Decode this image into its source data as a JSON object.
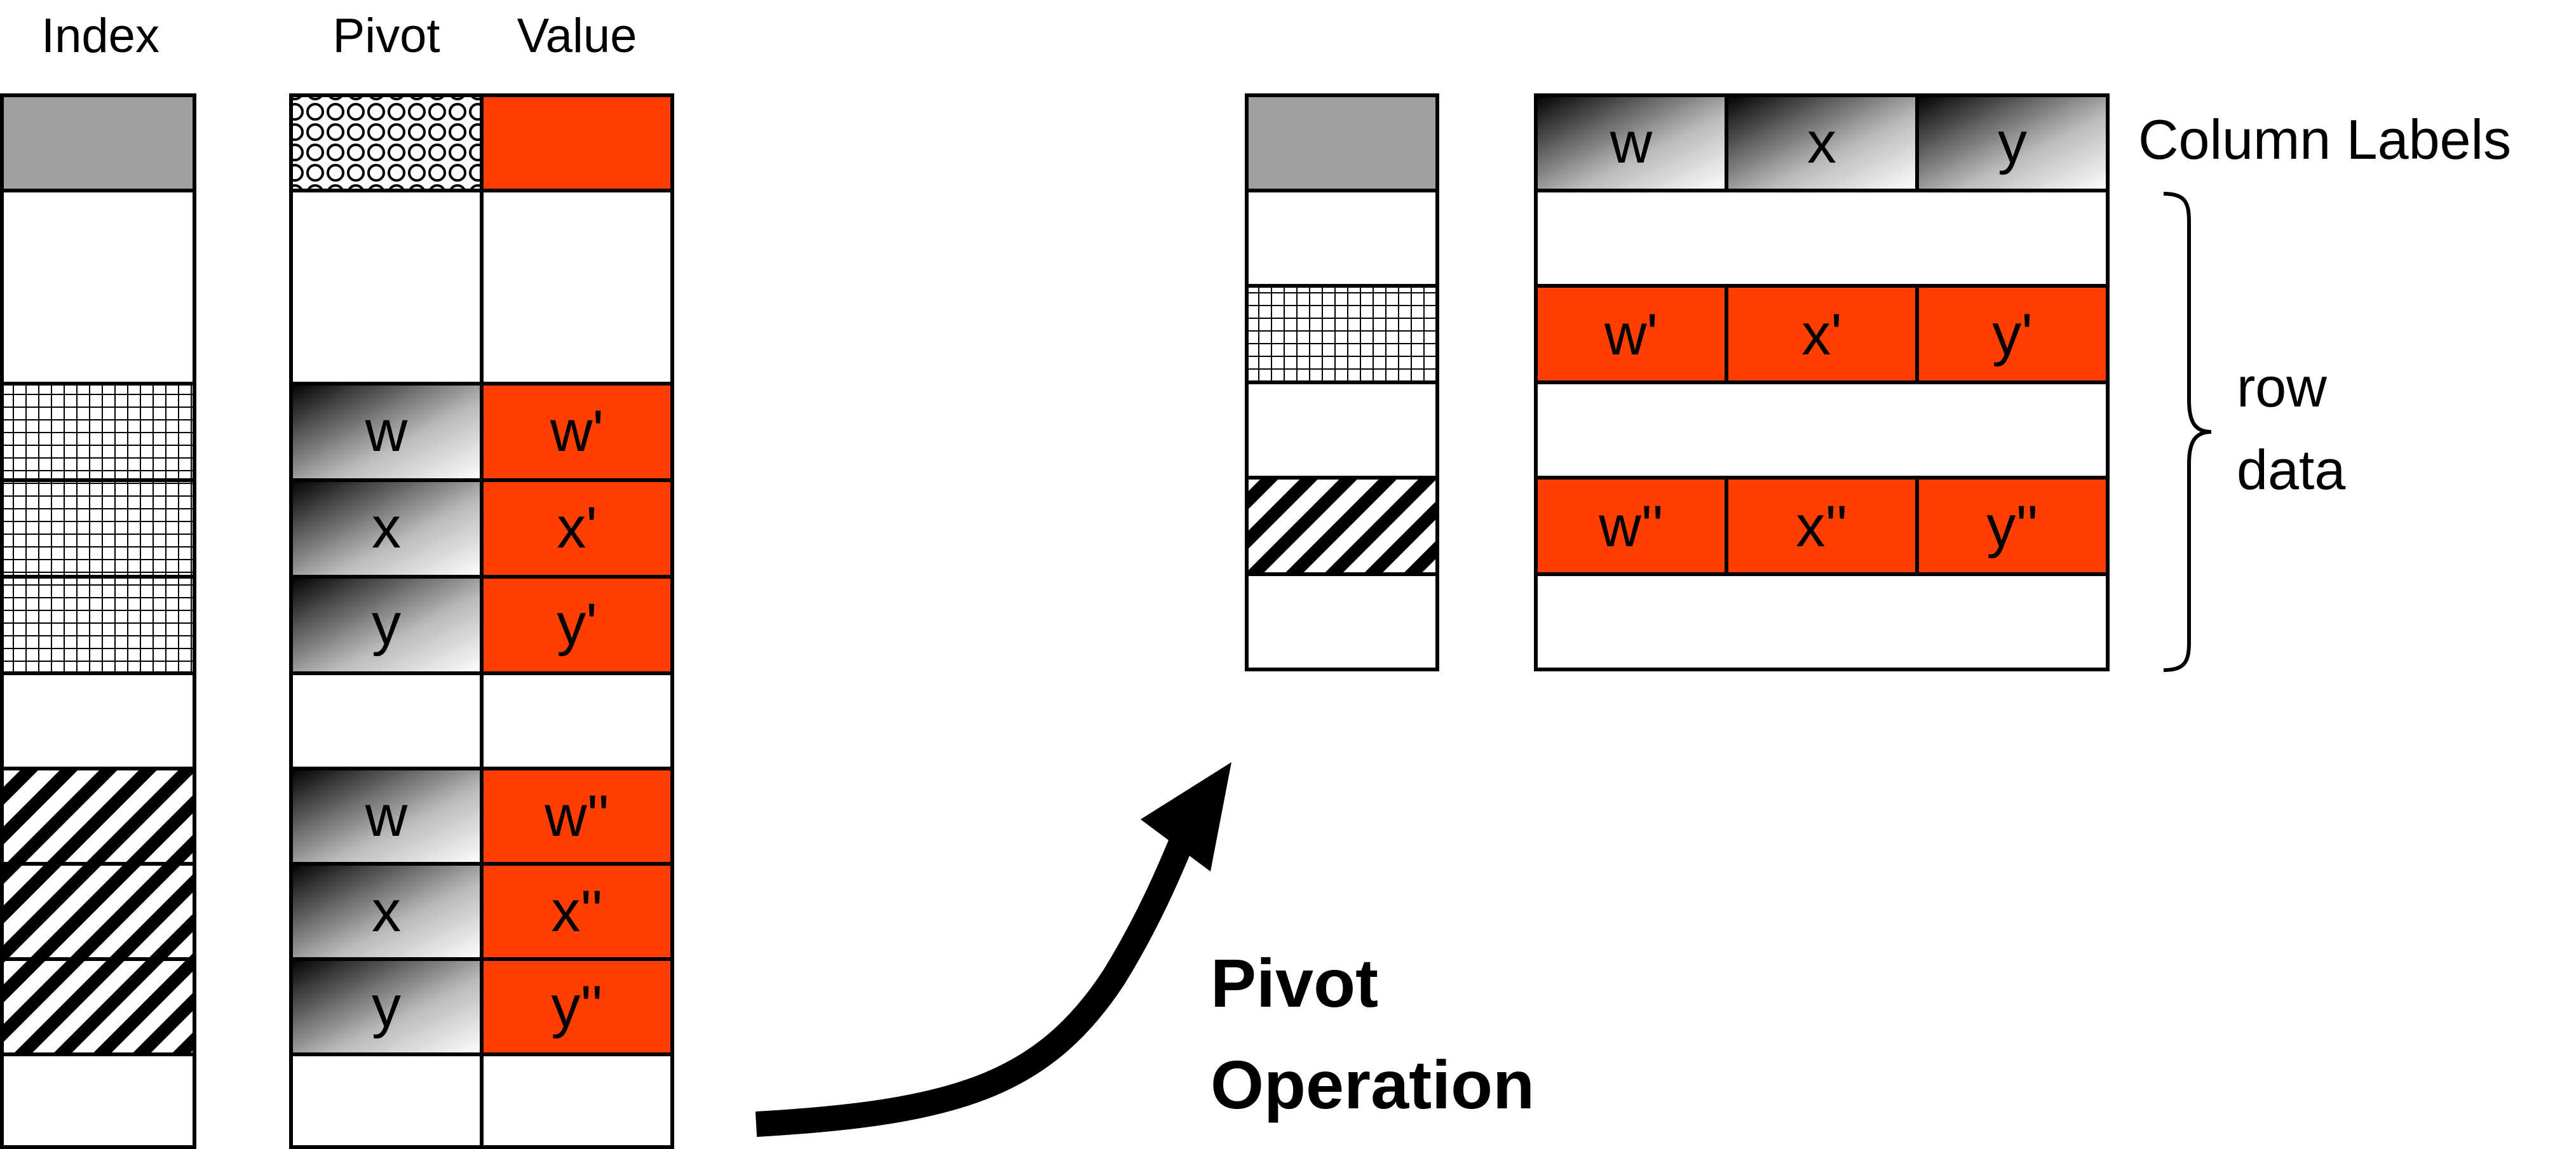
{
  "headers": {
    "index": "Index",
    "pivot": "Pivot",
    "value": "Value"
  },
  "input_rows": [
    {
      "pivot": "w",
      "value": "w'"
    },
    {
      "pivot": "x",
      "value": "x'"
    },
    {
      "pivot": "y",
      "value": "y'"
    },
    {
      "pivot": "w",
      "value": "w''"
    },
    {
      "pivot": "x",
      "value": "x''"
    },
    {
      "pivot": "y",
      "value": "y''"
    }
  ],
  "output": {
    "column_labels": [
      "w",
      "x",
      "y"
    ],
    "row1": [
      "w'",
      "x'",
      "y'"
    ],
    "row2": [
      "w''",
      "x''",
      "y''"
    ]
  },
  "annotations": {
    "column_labels": "Column Labels",
    "row_data_line1": "row",
    "row_data_line2": "data",
    "operation_line1": "Pivot",
    "operation_line2": "Operation"
  },
  "colors": {
    "value_fill": "#ff3f00",
    "header_gray": "#a0a0a0"
  }
}
